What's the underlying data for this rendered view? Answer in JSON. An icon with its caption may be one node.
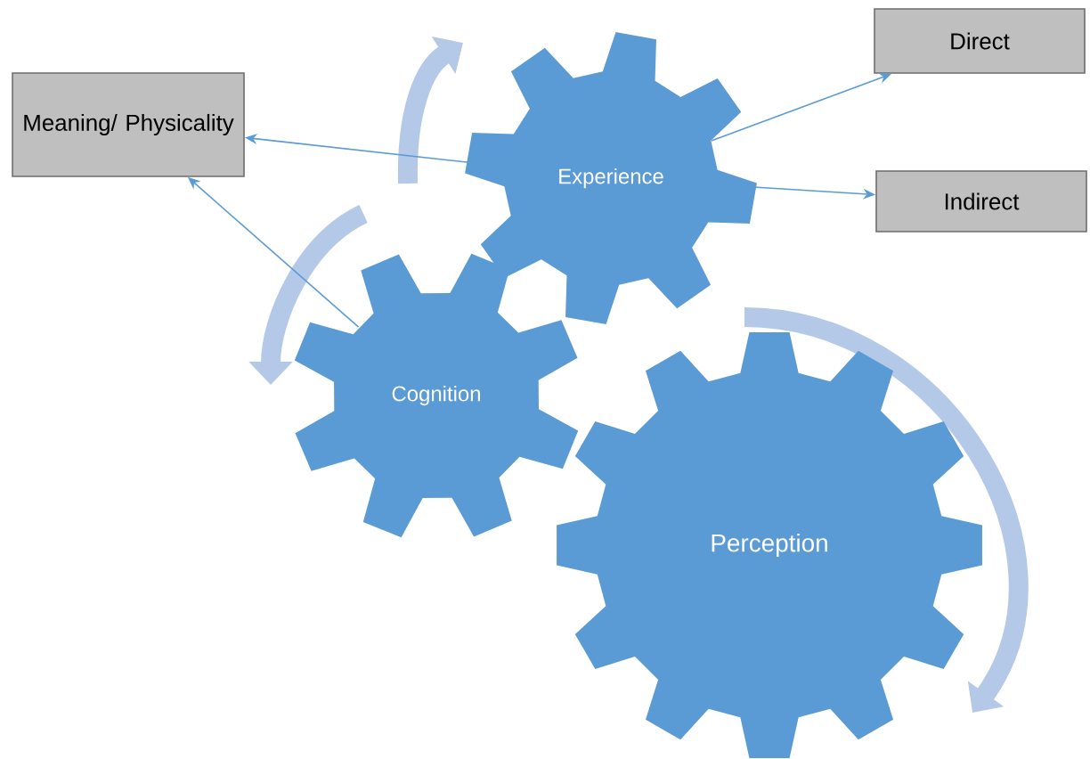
{
  "diagram": {
    "nodes": [
      {
        "text": [
          "Meaning/ Physicality"
        ]
      },
      {
        "text": [
          "Direct"
        ]
      },
      {
        "text": [
          "Experience"
        ]
      },
      {
        "text": [
          "Indirect"
        ]
      },
      {
        "text": [
          "Cognition"
        ]
      },
      {
        "text": [
          "Perception"
        ]
      }
    ],
    "edges": [
      {
        "from": 2,
        "to": 0,
        "arrow": "to"
      },
      {
        "from": 4,
        "to": 0,
        "arrow": "to"
      },
      {
        "from": 2,
        "to": 1,
        "arrow": "to"
      },
      {
        "from": 2,
        "to": 3,
        "arrow": "to"
      }
    ]
  }
}
